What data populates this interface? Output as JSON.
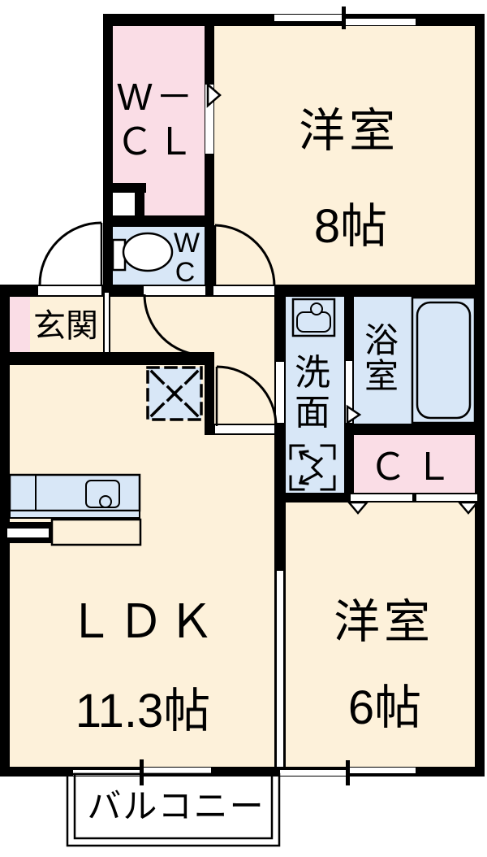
{
  "plan": {
    "type": "apartment-floorplan",
    "rooms": {
      "wcl": {
        "line1": "W－",
        "line2": "ＣＬ"
      },
      "bedroom8": {
        "name": "洋室",
        "size": "8帖"
      },
      "wc": {
        "line1": "W",
        "line2": "C"
      },
      "entrance": {
        "name": "玄関"
      },
      "washroom": {
        "char1": "洗",
        "char2": "面"
      },
      "bathroom": {
        "char1": "浴",
        "char2": "室"
      },
      "closet": {
        "name": "ＣＬ"
      },
      "ldk": {
        "name": "ＬＤＫ",
        "size": "11.3帖"
      },
      "bedroom6": {
        "name": "洋室",
        "size": "6帖"
      },
      "balcony": {
        "name": "バルコニー"
      }
    },
    "colors": {
      "floor_cream": "#fdf1da",
      "room_pink": "#fadde6",
      "room_blue": "#d8e7f7",
      "wall_black": "#000000",
      "outside_white": "#ffffff"
    }
  }
}
